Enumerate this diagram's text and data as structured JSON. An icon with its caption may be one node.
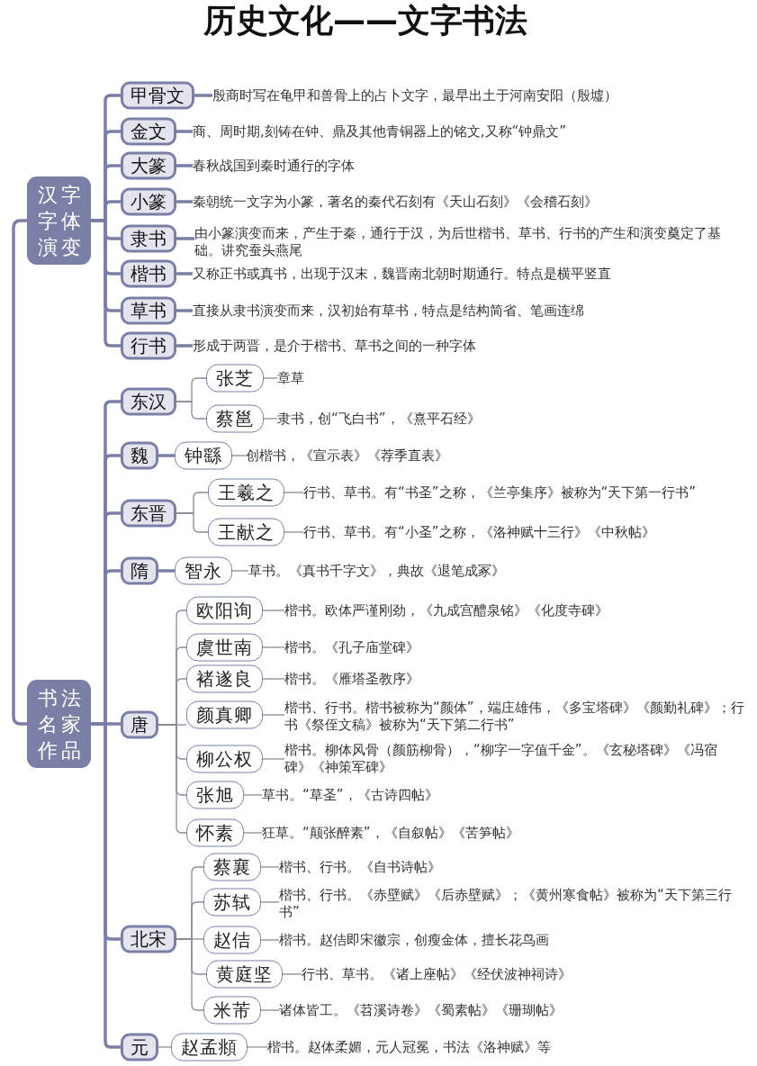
{
  "diagram": {
    "title": "历史文化——文字书法",
    "nodes": [
      {
        "text": [
          "汉字字体演变"
        ]
      },
      {
        "text": [
          "甲骨文"
        ]
      },
      {
        "text": [
          "殷商时写在龟甲和兽骨上的占卜文字，最早出土于河南安阳（殷墟）"
        ]
      },
      {
        "text": [
          "金文"
        ]
      },
      {
        "text": [
          "商、周时期,刻铸在钟、鼎及其他青铜器上的铭文,又称“钟鼎文”"
        ]
      },
      {
        "text": [
          "大篆"
        ]
      },
      {
        "text": [
          "春秋战国到秦时通行的字体"
        ]
      },
      {
        "text": [
          "小篆"
        ]
      },
      {
        "text": [
          "秦朝统一文字为小篆，著名的秦代石刻有《天山石刻》《会稽石刻》"
        ]
      },
      {
        "text": [
          "隶书"
        ]
      },
      {
        "text": [
          "由小篆演变而来，产生于秦，通行于汉，为后世楷书、草书、行书的产生和演变奠定了基础。讲究蚕头燕尾"
        ]
      },
      {
        "text": [
          "楷书"
        ]
      },
      {
        "text": [
          "又称正书或真书，出现于汉末，魏晋南北朝时期通行。特点是横平竖直"
        ]
      },
      {
        "text": [
          "草书"
        ]
      },
      {
        "text": [
          "直接从隶书演变而来，汉初始有草书，特点是结构简省、笔画连绵"
        ]
      },
      {
        "text": [
          "行书"
        ]
      },
      {
        "text": [
          "形成于两晋，是介于楷书、草书之间的一种字体"
        ]
      },
      {
        "text": [
          "书法名家作品"
        ]
      },
      {
        "text": [
          "东汉"
        ]
      },
      {
        "text": [
          "张芝"
        ]
      },
      {
        "text": [
          "章草"
        ]
      },
      {
        "text": [
          "蔡邕"
        ]
      },
      {
        "text": [
          "隶书，创“飞白书”，《熹平石经》"
        ]
      },
      {
        "text": [
          "魏"
        ]
      },
      {
        "text": [
          "钟繇"
        ]
      },
      {
        "text": [
          "创楷书，《宣示表》《荐季直表》"
        ]
      },
      {
        "text": [
          "东晋"
        ]
      },
      {
        "text": [
          "王羲之"
        ]
      },
      {
        "text": [
          "行书、草书。有“书圣”之称，《兰亭集序》被称为“天下第一行书”"
        ]
      },
      {
        "text": [
          "王献之"
        ]
      },
      {
        "text": [
          "行书、草书。有“小圣”之称，《洛神赋十三行》《中秋帖》"
        ]
      },
      {
        "text": [
          "隋"
        ]
      },
      {
        "text": [
          "智永"
        ]
      },
      {
        "text": [
          "草书。《真书千字文》，典故《退笔成冢》"
        ]
      },
      {
        "text": [
          "唐"
        ]
      },
      {
        "text": [
          "欧阳询"
        ]
      },
      {
        "text": [
          "楷书。欧体严谨刚劲，《九成宫醴泉铭》《化度寺碑》"
        ]
      },
      {
        "text": [
          "虞世南"
        ]
      },
      {
        "text": [
          "楷书。《孔子庙堂碑》"
        ]
      },
      {
        "text": [
          "褚遂良"
        ]
      },
      {
        "text": [
          "楷书。《雁塔圣教序》"
        ]
      },
      {
        "text": [
          "颜真卿"
        ]
      },
      {
        "text": [
          "楷书、行书。楷书被称为“颜体”，端庄雄伟，《多宝塔碑》《颜勤礼碑》；行书《祭侄文稿》被称为“天下第二行书”"
        ]
      },
      {
        "text": [
          "柳公权"
        ]
      },
      {
        "text": [
          "楷书。柳体风骨（颜筋柳骨），“柳字一字值千金”。《玄秘塔碑》《冯宿碑》《神策军碑》"
        ]
      },
      {
        "text": [
          "张旭"
        ]
      },
      {
        "text": [
          "草书。“草圣”，《古诗四帖》"
        ]
      },
      {
        "text": [
          "怀素"
        ]
      },
      {
        "text": [
          "狂草。“颠张醉素”，《自叙帖》《苦笋帖》"
        ]
      },
      {
        "text": [
          "北宋"
        ]
      },
      {
        "text": [
          "蔡襄"
        ]
      },
      {
        "text": [
          "楷书、行书。《自书诗帖》"
        ]
      },
      {
        "text": [
          "苏轼"
        ]
      },
      {
        "text": [
          "楷书、行书。《赤壁赋》《后赤壁赋》；《黄州寒食帖》被称为“天下第三行书”"
        ]
      },
      {
        "text": [
          "赵佶"
        ]
      },
      {
        "text": [
          "楷书。赵佶即宋徽宗，创瘦金体，擅长花鸟画"
        ]
      },
      {
        "text": [
          "黄庭坚"
        ]
      },
      {
        "text": [
          "行书、草书。《诸上座帖》《经伏波神祠诗》"
        ]
      },
      {
        "text": [
          "米芾"
        ]
      },
      {
        "text": [
          "诸体皆工。《苕溪诗卷》《蜀素帖》《珊瑚帖》"
        ]
      },
      {
        "text": [
          "元"
        ]
      },
      {
        "text": [
          "赵孟頫"
        ]
      },
      {
        "text": [
          "楷书。赵体柔媚，元人冠冕，书法《洛神赋》等"
        ]
      }
    ],
    "edges": [
      {
        "from": 0,
        "to": 17,
        "arrow": "none",
        "style": "thick",
        "color": "#7b7fa5"
      },
      {
        "from": 0,
        "to": 1,
        "arrow": "none",
        "style": "thick",
        "color": "#7b7fa5"
      },
      {
        "from": 0,
        "to": 3,
        "arrow": "none",
        "style": "thick",
        "color": "#7b7fa5"
      },
      {
        "from": 0,
        "to": 5,
        "arrow": "none",
        "style": "thick",
        "color": "#7b7fa5"
      },
      {
        "from": 0,
        "to": 7,
        "arrow": "none",
        "style": "thick",
        "color": "#7b7fa5"
      },
      {
        "from": 0,
        "to": 9,
        "arrow": "none",
        "style": "thick",
        "color": "#7b7fa5"
      },
      {
        "from": 0,
        "to": 11,
        "arrow": "none",
        "style": "thick",
        "color": "#7b7fa5"
      },
      {
        "from": 0,
        "to": 13,
        "arrow": "none",
        "style": "thick",
        "color": "#7b7fa5"
      },
      {
        "from": 0,
        "to": 15,
        "arrow": "none",
        "style": "thick",
        "color": "#7b7fa5"
      },
      {
        "from": 1,
        "to": 2,
        "arrow": "none",
        "style": "thick",
        "color": "#7b7fa5"
      },
      {
        "from": 3,
        "to": 4,
        "arrow": "none",
        "style": "thick",
        "color": "#7b7fa5"
      },
      {
        "from": 5,
        "to": 6,
        "arrow": "none",
        "style": "thick",
        "color": "#7b7fa5"
      },
      {
        "from": 7,
        "to": 8,
        "arrow": "none",
        "style": "thick",
        "color": "#7b7fa5"
      },
      {
        "from": 9,
        "to": 10,
        "arrow": "none",
        "style": "thick",
        "color": "#7b7fa5"
      },
      {
        "from": 11,
        "to": 12,
        "arrow": "none",
        "style": "thick",
        "color": "#7b7fa5"
      },
      {
        "from": 13,
        "to": 14,
        "arrow": "none",
        "style": "thick",
        "color": "#7b7fa5"
      },
      {
        "from": 15,
        "to": 16,
        "arrow": "none",
        "style": "thick",
        "color": "#7b7fa5"
      },
      {
        "from": 17,
        "to": 18,
        "arrow": "none",
        "style": "thick",
        "color": "#7b7fa5"
      },
      {
        "from": 17,
        "to": 23,
        "arrow": "none",
        "style": "thick",
        "color": "#7b7fa5"
      },
      {
        "from": 17,
        "to": 26,
        "arrow": "none",
        "style": "thick",
        "color": "#7b7fa5"
      },
      {
        "from": 17,
        "to": 31,
        "arrow": "none",
        "style": "thick",
        "color": "#7b7fa5"
      },
      {
        "from": 17,
        "to": 34,
        "arrow": "none",
        "style": "thick",
        "color": "#7b7fa5"
      },
      {
        "from": 17,
        "to": 49,
        "arrow": "none",
        "style": "thick",
        "color": "#7b7fa5"
      },
      {
        "from": 17,
        "to": 60,
        "arrow": "none",
        "style": "thick",
        "color": "#7b7fa5"
      },
      {
        "from": 18,
        "to": 19,
        "arrow": "none"
      },
      {
        "from": 18,
        "to": 21,
        "arrow": "none"
      },
      {
        "from": 19,
        "to": 20,
        "arrow": "none"
      },
      {
        "from": 21,
        "to": 22,
        "arrow": "none"
      },
      {
        "from": 23,
        "to": 24,
        "arrow": "none",
        "style": "thick",
        "color": "#7b7fa5"
      },
      {
        "from": 24,
        "to": 25,
        "arrow": "none"
      },
      {
        "from": 26,
        "to": 27,
        "arrow": "none"
      },
      {
        "from": 26,
        "to": 29,
        "arrow": "none"
      },
      {
        "from": 27,
        "to": 28,
        "arrow": "none"
      },
      {
        "from": 29,
        "to": 30,
        "arrow": "none"
      },
      {
        "from": 31,
        "to": 32,
        "arrow": "none",
        "style": "thick",
        "color": "#7b7fa5"
      },
      {
        "from": 32,
        "to": 33,
        "arrow": "none"
      },
      {
        "from": 34,
        "to": 35,
        "arrow": "none"
      },
      {
        "from": 34,
        "to": 37,
        "arrow": "none"
      },
      {
        "from": 34,
        "to": 39,
        "arrow": "none"
      },
      {
        "from": 34,
        "to": 41,
        "arrow": "none"
      },
      {
        "from": 34,
        "to": 43,
        "arrow": "none"
      },
      {
        "from": 34,
        "to": 45,
        "arrow": "none"
      },
      {
        "from": 34,
        "to": 47,
        "arrow": "none"
      },
      {
        "from": 35,
        "to": 36,
        "arrow": "none"
      },
      {
        "from": 37,
        "to": 38,
        "arrow": "none"
      },
      {
        "from": 39,
        "to": 40,
        "arrow": "none"
      },
      {
        "from": 41,
        "to": 42,
        "arrow": "none"
      },
      {
        "from": 43,
        "to": 44,
        "arrow": "none"
      },
      {
        "from": 45,
        "to": 46,
        "arrow": "none"
      },
      {
        "from": 47,
        "to": 48,
        "arrow": "none"
      },
      {
        "from": 49,
        "to": 50,
        "arrow": "none"
      },
      {
        "from": 49,
        "to": 52,
        "arrow": "none"
      },
      {
        "from": 49,
        "to": 54,
        "arrow": "none"
      },
      {
        "from": 49,
        "to": 56,
        "arrow": "none"
      },
      {
        "from": 49,
        "to": 58,
        "arrow": "none"
      },
      {
        "from": 50,
        "to": 51,
        "arrow": "none"
      },
      {
        "from": 52,
        "to": 53,
        "arrow": "none"
      },
      {
        "from": 54,
        "to": 55,
        "arrow": "none"
      },
      {
        "from": 56,
        "to": 57,
        "arrow": "none"
      },
      {
        "from": 58,
        "to": 59,
        "arrow": "none"
      },
      {
        "from": 60,
        "to": 61,
        "arrow": "none"
      },
      {
        "from": 61,
        "to": 62,
        "arrow": "none"
      }
    ]
  }
}
